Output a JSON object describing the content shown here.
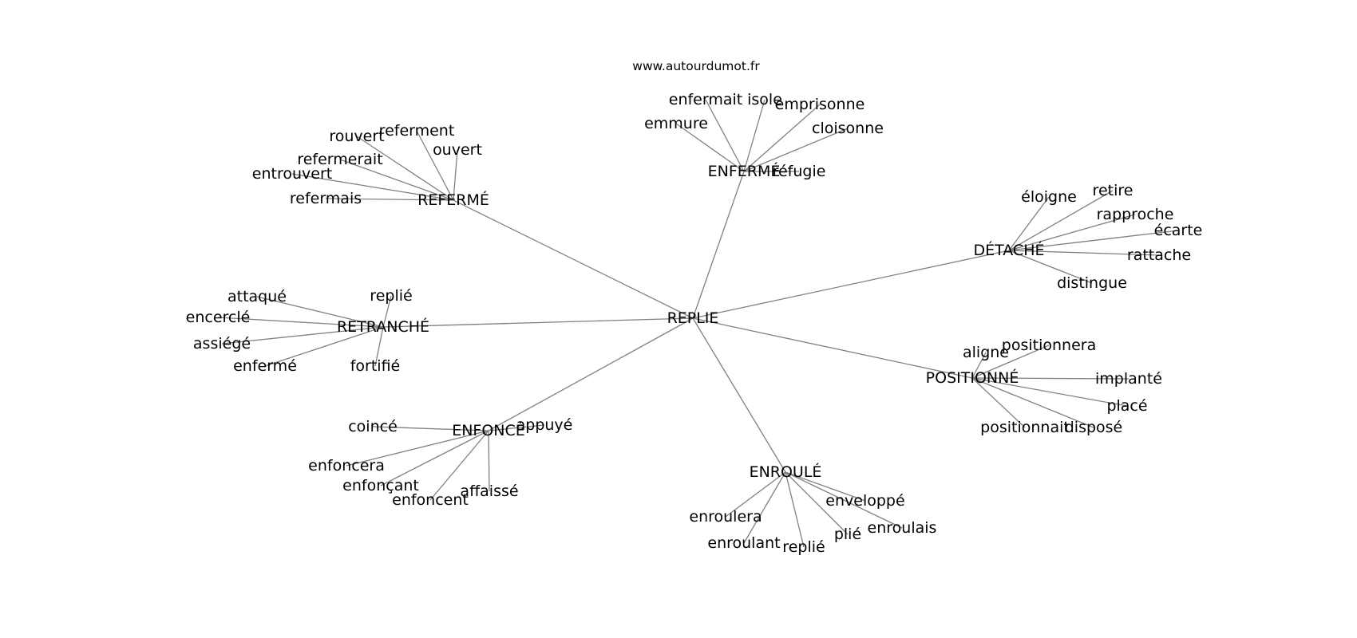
{
  "site": "www.autourdumot.fr",
  "colors": {
    "edge": "#808080",
    "text": "#000000",
    "background": "#ffffff"
  },
  "graph": {
    "center": "REPLIE",
    "hubs": [
      {
        "label": "REFERMÉ",
        "words": [
          "rouvert",
          "referment",
          "ouvert",
          "refermerait",
          "entrouvert",
          "refermais"
        ]
      },
      {
        "label": "ENFERMÉ",
        "words": [
          "enfermait",
          "isole",
          "emprisonne",
          "emmure",
          "cloisonne",
          "réfugie"
        ]
      },
      {
        "label": "DÉTACHÉ",
        "words": [
          "éloigne",
          "retire",
          "rapproche",
          "écarte",
          "rattache",
          "distingue"
        ]
      },
      {
        "label": "RETRANCHÉ",
        "words": [
          "attaqué",
          "replié",
          "encerclé",
          "assiégé",
          "enfermé",
          "fortifié"
        ]
      },
      {
        "label": "POSITIONNÉ",
        "words": [
          "aligne",
          "positionnera",
          "implanté",
          "placé",
          "positionnait",
          "disposé"
        ]
      },
      {
        "label": "ENFONCÉ",
        "words": [
          "coincé",
          "appuyé",
          "enfoncera",
          "enfonçant",
          "enfoncent",
          "affaissé"
        ]
      },
      {
        "label": "ENROULÉ",
        "words": [
          "enveloppé",
          "enroulera",
          "enroulais",
          "plié",
          "enroulant",
          "replié"
        ]
      }
    ]
  }
}
